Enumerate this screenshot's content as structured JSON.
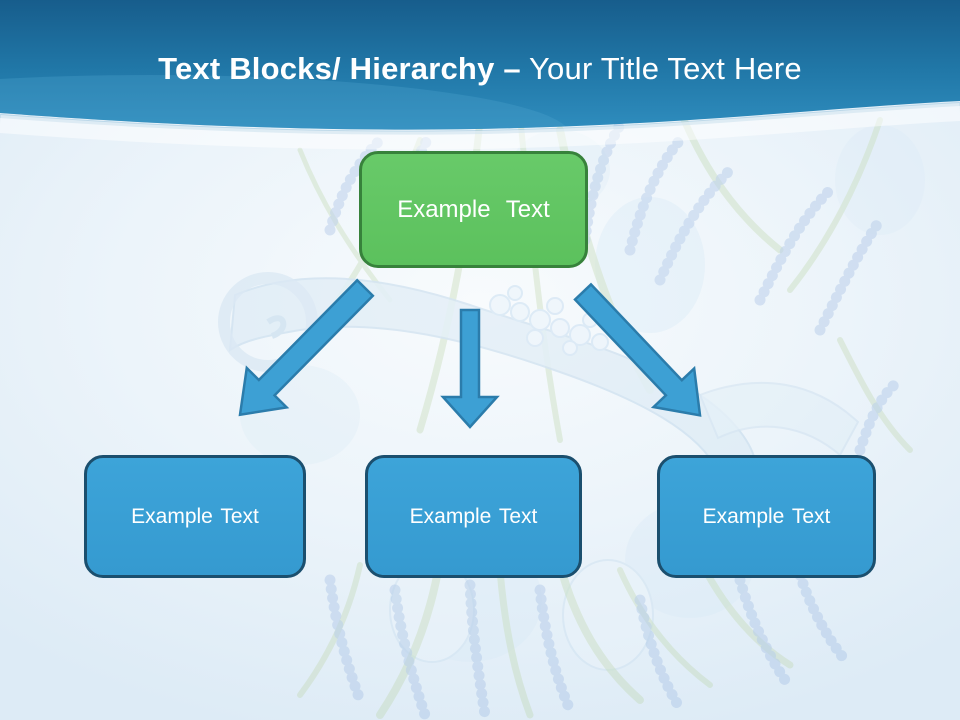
{
  "header": {
    "title_bold": "Text Blocks/ Hierarchy –",
    "title_regular": "Your Title Text Here"
  },
  "diagram": {
    "root": {
      "label": "Example Text"
    },
    "children": [
      {
        "label": "Example Text"
      },
      {
        "label": "Example Text"
      },
      {
        "label": "Example Text"
      }
    ]
  },
  "theme": {
    "header_gradient_top": "#175d8c",
    "header_gradient_bottom": "#2b86b7",
    "title_color": "#ffffff",
    "root_fill": "#5fc463",
    "root_border": "#37823b",
    "child_fill": "#389fd5",
    "child_border": "#1b4f6e",
    "arrow_fill": "#3da0d4",
    "arrow_border": "#2b7cab",
    "background": "#e9f2f9"
  }
}
